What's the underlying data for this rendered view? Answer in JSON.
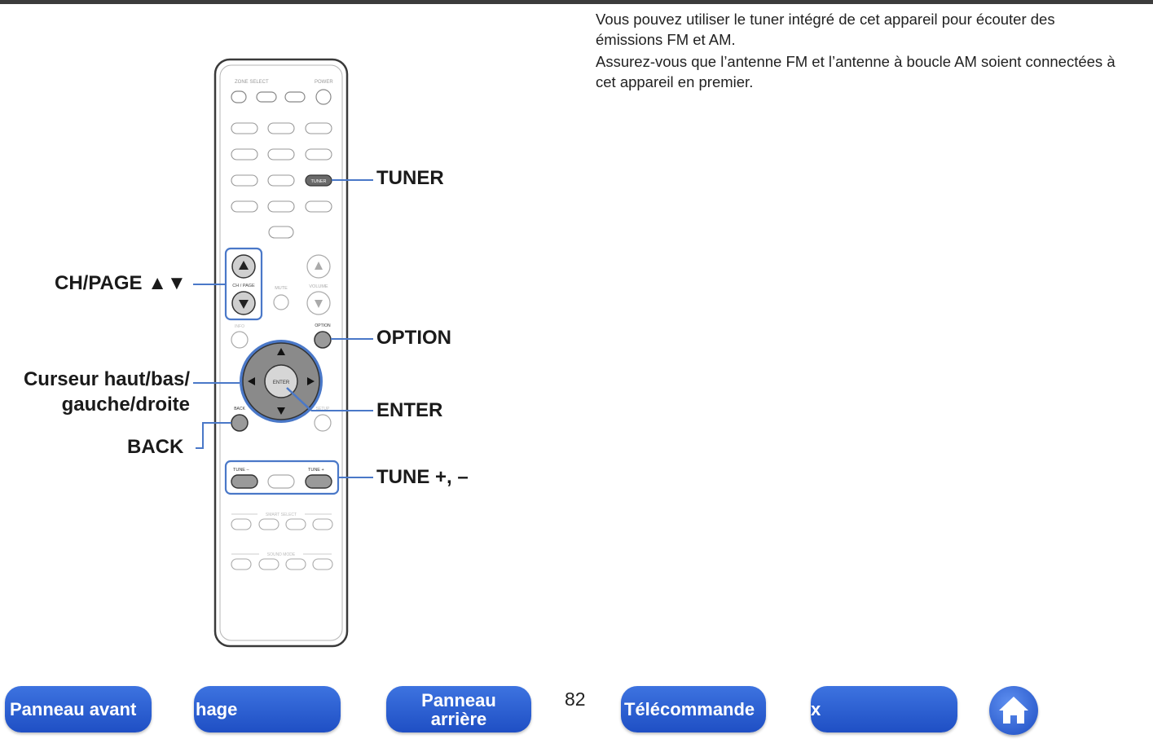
{
  "intro": {
    "line1": "Vous pouvez utiliser le tuner intégré de cet appareil pour écouter des émissions FM et AM.",
    "line2": "Assurez-vous que l’antenne FM et l’antenne à boucle AM soient connectées à cet appareil en premier."
  },
  "callouts": {
    "tuner": "TUNER",
    "ch_page": "CH/PAGE ▲▼",
    "option": "OPTION",
    "cursor_line1": "Curseur haut/bas/",
    "cursor_line2": "gauche/droite",
    "enter": "ENTER",
    "back": "BACK",
    "tune": "TUNE +, –"
  },
  "remote": {
    "labels": {
      "zone_select": "ZONE SELECT",
      "power": "POWER",
      "ch_page": "CH / PAGE",
      "mute": "MUTE",
      "volume": "VOLUME",
      "info": "INFO",
      "option": "OPTION",
      "enter": "ENTER",
      "back": "BACK",
      "setup": "SETUP",
      "tune_minus": "TUNE –",
      "tune_plus": "TUNE +",
      "smart_select": "SMART SELECT",
      "sound_mode": "SOUND MODE",
      "tuner": "TUNER"
    }
  },
  "footer": {
    "front_panel": "Panneau avant",
    "display": "hage",
    "rear_panel_line1": "Panneau",
    "rear_panel_line2": "arrière",
    "page_number": "82",
    "remote": "Télécommande",
    "index": "x"
  },
  "colors": {
    "nav_blue": "#2a5bd4",
    "highlight_blue": "#4a78c8"
  }
}
